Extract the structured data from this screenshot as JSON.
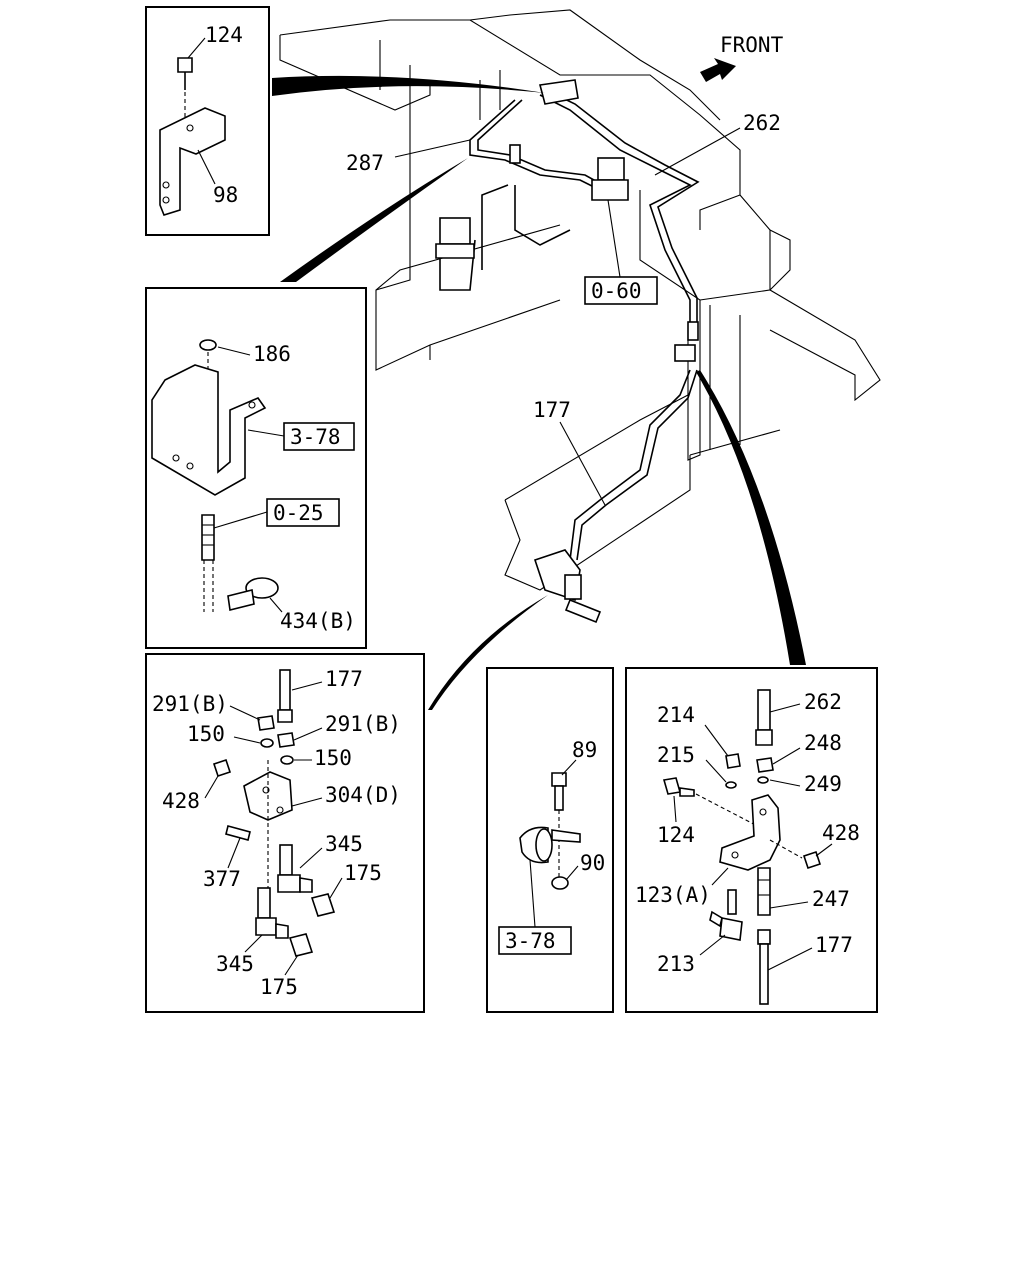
{
  "direction": {
    "label": "FRONT"
  },
  "main_view": {
    "callouts": {
      "pipe_upper": "262",
      "pipe_left": "287",
      "pipe_lower": "177"
    },
    "refs": {
      "valve": "0-60"
    }
  },
  "panel_bracket_top": {
    "callouts": {
      "bolt": "124",
      "bracket": "98"
    }
  },
  "panel_clamp": {
    "callouts": {
      "nut": "186",
      "clamp": "434(B)"
    },
    "refs": {
      "bracket": "3-78",
      "stud": "0-25"
    }
  },
  "panel_connector_left": {
    "callouts": {
      "pipe": "177",
      "nut_left": "291(B)",
      "nut_right": "291(B)",
      "washer_left": "150",
      "washer_right": "150",
      "nut_small": "428",
      "bracket": "304(D)",
      "bolt": "377",
      "elbow_upper": "345",
      "elbow_lower": "345",
      "cap_upper": "175",
      "cap_lower": "175"
    }
  },
  "panel_clip": {
    "callouts": {
      "bolt": "89",
      "nut": "90"
    },
    "refs": {
      "bracket": "3-78"
    }
  },
  "panel_connector_right": {
    "callouts": {
      "pipe_top": "262",
      "nut": "214",
      "washer": "215",
      "nut_b": "248",
      "washer_b": "249",
      "bolt": "124",
      "nut_c": "428",
      "bracket": "123(A)",
      "union": "247",
      "tee": "213",
      "pipe_bottom": "177"
    }
  }
}
